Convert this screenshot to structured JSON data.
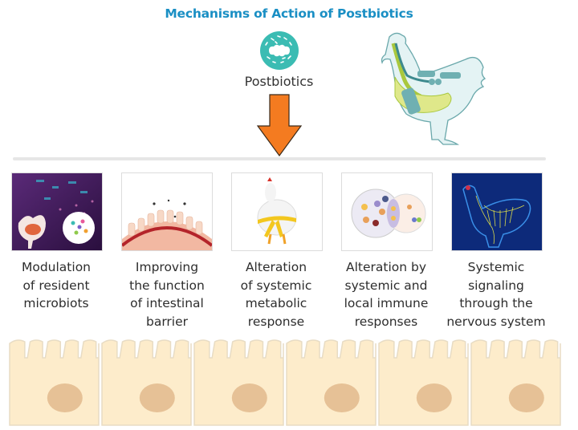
{
  "title": "Mechanisms of Action of Postbiotics",
  "source": {
    "label": "Postbiotics",
    "icon": "bacteria-cell-icon",
    "icon_color": "#3bbcb3"
  },
  "arrow_color": "#f47b20",
  "title_color": "#1a8fc4",
  "mechanisms": [
    {
      "id": "microbiota",
      "image": "hen-microbiota-image",
      "lines": [
        "Modulation",
        "of resident",
        "microbiots"
      ]
    },
    {
      "id": "barrier",
      "image": "intestinal-barrier-image",
      "lines": [
        "Improving",
        "the function",
        "of intestinal",
        "barrier"
      ]
    },
    {
      "id": "metabolic",
      "image": "chicken-belt-image",
      "lines": [
        "Alteration",
        "of systemic",
        "metabolic",
        "response"
      ]
    },
    {
      "id": "immune",
      "image": "immune-cells-diagram-image",
      "lines": [
        "Alteration by",
        "systemic and",
        "local immune",
        "responses"
      ]
    },
    {
      "id": "nervous",
      "image": "hen-nervous-system-image",
      "lines": [
        "Systemic",
        "signaling",
        "through the",
        "nervous system"
      ]
    }
  ],
  "epithelium": {
    "cell_count": 6,
    "label": "intestinal-epithelium-illustration"
  }
}
